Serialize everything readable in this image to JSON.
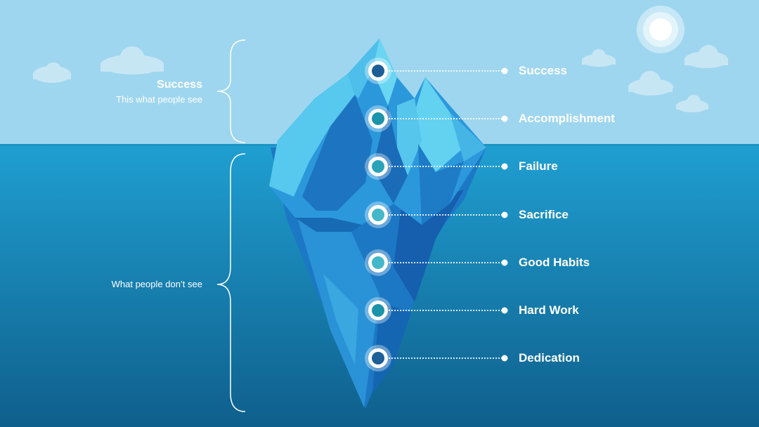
{
  "colors": {
    "sky": "#9fd6ef",
    "water_top": "#1f9fd1",
    "water_bottom": "#0f5f8c",
    "ice_light": "#5fd0ee",
    "ice_mid": "#2e9fdb",
    "ice_dark": "#1668b8",
    "marker_dark": "#1c5f96",
    "marker_teal": "#1b93aa",
    "marker_light": "#44b8c8"
  },
  "above": {
    "title": "Success",
    "subtitle": "This what people see"
  },
  "below": {
    "title": "What people don’t see"
  },
  "layers": [
    {
      "label": "Success",
      "marker_color": "#1c5f96"
    },
    {
      "label": "Accomplishment",
      "marker_color": "#1b93aa"
    },
    {
      "label": "Failure",
      "marker_color": "#2aa3b8"
    },
    {
      "label": "Sacrifice",
      "marker_color": "#44b8c8"
    },
    {
      "label": "Good Habits",
      "marker_color": "#44b8c8"
    },
    {
      "label": "Hard Work",
      "marker_color": "#1b93aa"
    },
    {
      "label": "Dedication",
      "marker_color": "#1c5f96"
    }
  ],
  "icons": [
    "sun-icon",
    "cloud-icon",
    "iceberg-illustration",
    "brace-icon"
  ]
}
